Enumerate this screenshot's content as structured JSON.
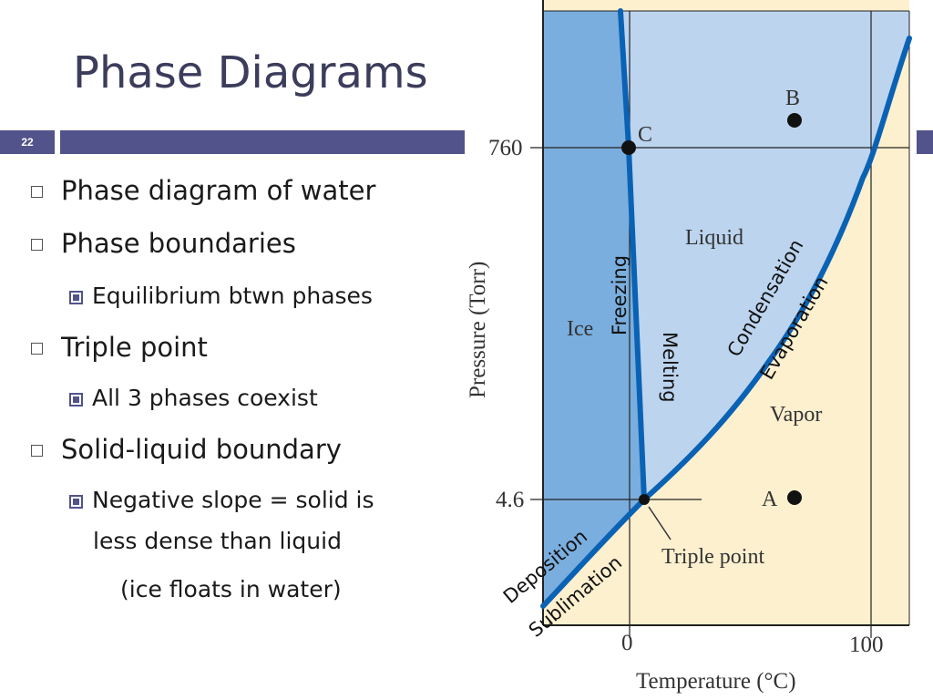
{
  "slide": {
    "title": "Phase Diagrams",
    "number": "22",
    "bullets": [
      "Phase diagram of water",
      "Phase boundaries",
      "Equilibrium btwn phases",
      "Triple point",
      "All 3 phases coexist",
      "Solid-liquid boundary",
      "Negative slope = solid is",
      "less dense than liquid",
      "(ice floats in water)"
    ]
  },
  "diagram": {
    "y_axis_label": "Pressure (Torr)",
    "x_axis_label": "Temperature (°C)",
    "y_ticks": [
      "760",
      "4.6"
    ],
    "x_ticks": [
      "0",
      "100"
    ],
    "regions": {
      "ice": "Ice",
      "liquid": "Liquid",
      "vapor": "Vapor"
    },
    "points": {
      "a": "A",
      "b": "B",
      "c": "C",
      "triple": "Triple point"
    },
    "transitions": {
      "freezing": "Freezing",
      "melting": "Melting",
      "condensation": "Condensation",
      "evaporation": "Evaporation",
      "deposition": "Deposition",
      "sublimation": "Sublimation"
    },
    "colors": {
      "ice": "#7aaede",
      "liquid": "#bcd4ee",
      "vapor": "#fdf0cf",
      "curve": "#0a62b4"
    }
  }
}
